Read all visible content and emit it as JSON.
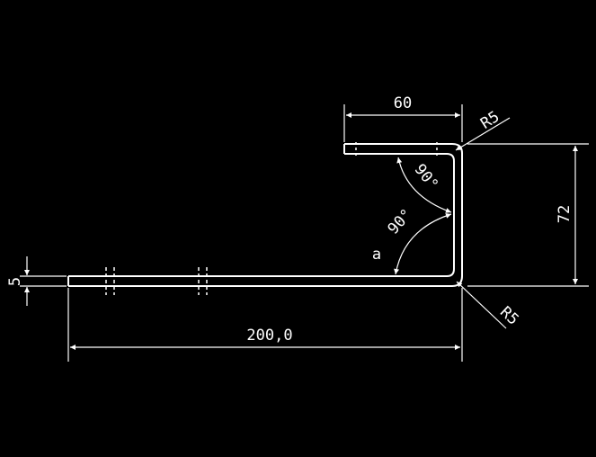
{
  "colors": {
    "background": "#000000",
    "line": "#ffffff"
  },
  "dimensions": {
    "top_width": "60",
    "height": "72",
    "thickness": "5",
    "length": "200,0",
    "radius_top": "R5",
    "radius_bottom": "R5",
    "angle_upper": "90°",
    "angle_lower": "90°",
    "angle_label": "a"
  }
}
